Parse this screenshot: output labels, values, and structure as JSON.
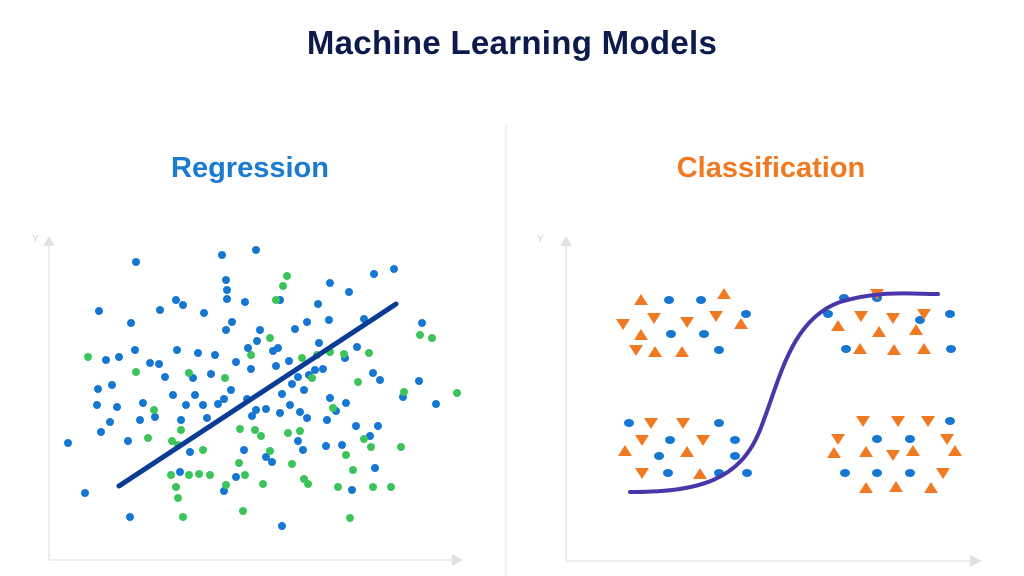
{
  "title": "Machine Learning Models",
  "panels": {
    "regression": {
      "heading": "Regression",
      "y_axis_label": "Y",
      "color": "#1a7bd1"
    },
    "classification": {
      "heading": "Classification",
      "y_axis_label": "Y",
      "color": "#f07a22"
    }
  },
  "colors": {
    "title": "#0d1b4c",
    "blue_point": "#1677d2",
    "green_point": "#3cc45a",
    "regression_line": "#0b3c94",
    "orange_marker": "#f07a22",
    "sigmoid_curve": "#4b35a8",
    "axis": "#e2e2e2"
  },
  "chart_data": [
    {
      "type": "scatter",
      "title": "Regression",
      "xlabel": "",
      "ylabel": "Y",
      "grid": false,
      "series": [
        {
          "name": "blue points",
          "color": "#1677d2",
          "points": [
            [
              136,
              262
            ],
            [
              222,
              255
            ],
            [
              256,
              250
            ],
            [
              374,
              274
            ],
            [
              99,
              311
            ],
            [
              160,
              310
            ],
            [
              176,
              300
            ],
            [
              183,
              305
            ],
            [
              204,
              313
            ],
            [
              226,
              280
            ],
            [
              227,
              290
            ],
            [
              227,
              299
            ],
            [
              245,
              302
            ],
            [
              232,
              322
            ],
            [
              280,
              300
            ],
            [
              318,
              304
            ],
            [
              330,
              283
            ],
            [
              295,
              329
            ],
            [
              307,
              322
            ],
            [
              329,
              320
            ],
            [
              349,
              292
            ],
            [
              364,
              319
            ],
            [
              394,
              269
            ],
            [
              422,
              323
            ],
            [
              106,
              360
            ],
            [
              119,
              357
            ],
            [
              135,
              350
            ],
            [
              131,
              323
            ],
            [
              150,
              363
            ],
            [
              159,
              364
            ],
            [
              165,
              377
            ],
            [
              177,
              350
            ],
            [
              193,
              378
            ],
            [
              198,
              353
            ],
            [
              215,
              355
            ],
            [
              211,
              374
            ],
            [
              226,
              330
            ],
            [
              236,
              362
            ],
            [
              248,
              348
            ],
            [
              251,
              369
            ],
            [
              257,
              341
            ],
            [
              260,
              330
            ],
            [
              273,
              351
            ],
            [
              278,
              348
            ],
            [
              276,
              366
            ],
            [
              282,
              394
            ],
            [
              289,
              361
            ],
            [
              292,
              384
            ],
            [
              298,
              377
            ],
            [
              304,
              390
            ],
            [
              309,
              375
            ],
            [
              315,
              370
            ],
            [
              319,
              343
            ],
            [
              323,
              369
            ],
            [
              345,
              358
            ],
            [
              357,
              347
            ],
            [
              373,
              373
            ],
            [
              380,
              380
            ],
            [
              98,
              389
            ],
            [
              97,
              405
            ],
            [
              112,
              385
            ],
            [
              117,
              407
            ],
            [
              110,
              422
            ],
            [
              101,
              432
            ],
            [
              128,
              441
            ],
            [
              140,
              420
            ],
            [
              143,
              403
            ],
            [
              155,
              417
            ],
            [
              173,
              395
            ],
            [
              181,
              420
            ],
            [
              186,
              405
            ],
            [
              195,
              395
            ],
            [
              203,
              405
            ],
            [
              207,
              418
            ],
            [
              218,
              404
            ],
            [
              224,
              399
            ],
            [
              231,
              390
            ],
            [
              247,
              399
            ],
            [
              252,
              416
            ],
            [
              256,
              410
            ],
            [
              266,
              409
            ],
            [
              280,
              413
            ],
            [
              290,
              405
            ],
            [
              300,
              412
            ],
            [
              307,
              418
            ],
            [
              327,
              420
            ],
            [
              330,
              398
            ],
            [
              336,
              411
            ],
            [
              346,
              403
            ],
            [
              356,
              426
            ],
            [
              378,
              426
            ],
            [
              403,
              397
            ],
            [
              419,
              381
            ],
            [
              436,
              404
            ],
            [
              68,
              443
            ],
            [
              85,
              493
            ],
            [
              130,
              517
            ],
            [
              224,
              491
            ],
            [
              282,
              526
            ],
            [
              236,
              477
            ],
            [
              180,
              472
            ],
            [
              190,
              452
            ],
            [
              244,
              450
            ],
            [
              266,
              457
            ],
            [
              272,
              462
            ],
            [
              298,
              441
            ],
            [
              303,
              450
            ],
            [
              326,
              446
            ],
            [
              342,
              445
            ],
            [
              375,
              468
            ],
            [
              370,
              436
            ],
            [
              352,
              490
            ]
          ]
        },
        {
          "name": "green points",
          "color": "#3cc45a",
          "points": [
            [
              287,
              276
            ],
            [
              283,
              286
            ],
            [
              276,
              300
            ],
            [
              88,
              357
            ],
            [
              136,
              372
            ],
            [
              189,
              373
            ],
            [
              225,
              378
            ],
            [
              251,
              355
            ],
            [
              270,
              338
            ],
            [
              302,
              358
            ],
            [
              317,
              355
            ],
            [
              330,
              352
            ],
            [
              312,
              378
            ],
            [
              344,
              354
            ],
            [
              369,
              353
            ],
            [
              358,
              382
            ],
            [
              420,
              335
            ],
            [
              432,
              338
            ],
            [
              457,
              393
            ],
            [
              404,
              392
            ],
            [
              154,
              410
            ],
            [
              181,
              430
            ],
            [
              240,
              429
            ],
            [
              255,
              430
            ],
            [
              261,
              436
            ],
            [
              288,
              433
            ],
            [
              300,
              431
            ],
            [
              333,
              408
            ],
            [
              148,
              438
            ],
            [
              172,
              441
            ],
            [
              178,
              445
            ],
            [
              203,
              450
            ],
            [
              239,
              463
            ],
            [
              270,
              451
            ],
            [
              292,
              464
            ],
            [
              346,
              455
            ],
            [
              353,
              470
            ],
            [
              364,
              439
            ],
            [
              371,
              447
            ],
            [
              401,
              447
            ],
            [
              189,
              475
            ],
            [
              199,
              474
            ],
            [
              210,
              475
            ],
            [
              245,
              475
            ],
            [
              304,
              479
            ],
            [
              308,
              484
            ],
            [
              171,
              475
            ],
            [
              178,
              498
            ],
            [
              176,
              487
            ],
            [
              226,
              485
            ],
            [
              263,
              484
            ],
            [
              338,
              487
            ],
            [
              373,
              487
            ],
            [
              391,
              487
            ],
            [
              183,
              517
            ],
            [
              243,
              511
            ],
            [
              350,
              518
            ]
          ]
        }
      ],
      "regression_line": {
        "x1": 119,
        "y1": 486,
        "x2": 396,
        "y2": 304
      }
    },
    {
      "type": "scatter",
      "title": "Classification",
      "xlabel": "",
      "ylabel": "Y",
      "grid": false,
      "series": [
        {
          "name": "blue circles",
          "color": "#1677d2",
          "points": [
            [
              669,
              300
            ],
            [
              701,
              300
            ],
            [
              746,
              314
            ],
            [
              671,
              334
            ],
            [
              704,
              334
            ],
            [
              719,
              350
            ],
            [
              828,
              314
            ],
            [
              844,
              298
            ],
            [
              877,
              298
            ],
            [
              920,
              320
            ],
            [
              950,
              314
            ],
            [
              846,
              349
            ],
            [
              951,
              349
            ],
            [
              629,
              423
            ],
            [
              719,
              423
            ],
            [
              670,
              440
            ],
            [
              735,
              440
            ],
            [
              659,
              456
            ],
            [
              735,
              456
            ],
            [
              668,
              473
            ],
            [
              719,
              473
            ],
            [
              747,
              473
            ],
            [
              950,
              421
            ],
            [
              877,
              439
            ],
            [
              910,
              439
            ],
            [
              845,
              473
            ],
            [
              877,
              473
            ],
            [
              910,
              473
            ]
          ]
        },
        {
          "name": "orange up-triangles",
          "color": "#f07a22",
          "points": [
            [
              641,
              300
            ],
            [
              724,
              294
            ],
            [
              641,
              335
            ],
            [
              741,
              324
            ],
            [
              655,
              352
            ],
            [
              682,
              352
            ],
            [
              838,
              326
            ],
            [
              879,
              332
            ],
            [
              916,
              330
            ],
            [
              860,
              349
            ],
            [
              894,
              350
            ],
            [
              924,
              349
            ],
            [
              625,
              451
            ],
            [
              687,
              452
            ],
            [
              700,
              474
            ],
            [
              834,
              453
            ],
            [
              866,
              452
            ],
            [
              913,
              451
            ],
            [
              955,
              451
            ],
            [
              866,
              488
            ],
            [
              896,
              487
            ],
            [
              931,
              488
            ]
          ]
        },
        {
          "name": "orange down-triangles",
          "color": "#f07a22",
          "points": [
            [
              623,
              324
            ],
            [
              654,
              318
            ],
            [
              687,
              322
            ],
            [
              716,
              316
            ],
            [
              636,
              350
            ],
            [
              877,
              294
            ],
            [
              861,
              316
            ],
            [
              893,
              318
            ],
            [
              924,
              314
            ],
            [
              651,
              423
            ],
            [
              683,
              423
            ],
            [
              642,
              440
            ],
            [
              703,
              440
            ],
            [
              642,
              473
            ],
            [
              928,
              421
            ],
            [
              838,
              439
            ],
            [
              898,
              421
            ],
            [
              863,
              421
            ],
            [
              947,
              439
            ],
            [
              893,
              455
            ],
            [
              943,
              473
            ]
          ]
        }
      ],
      "sigmoid_curve": "S-shaped decision boundary from (630,492) rising to (938,294)"
    }
  ]
}
